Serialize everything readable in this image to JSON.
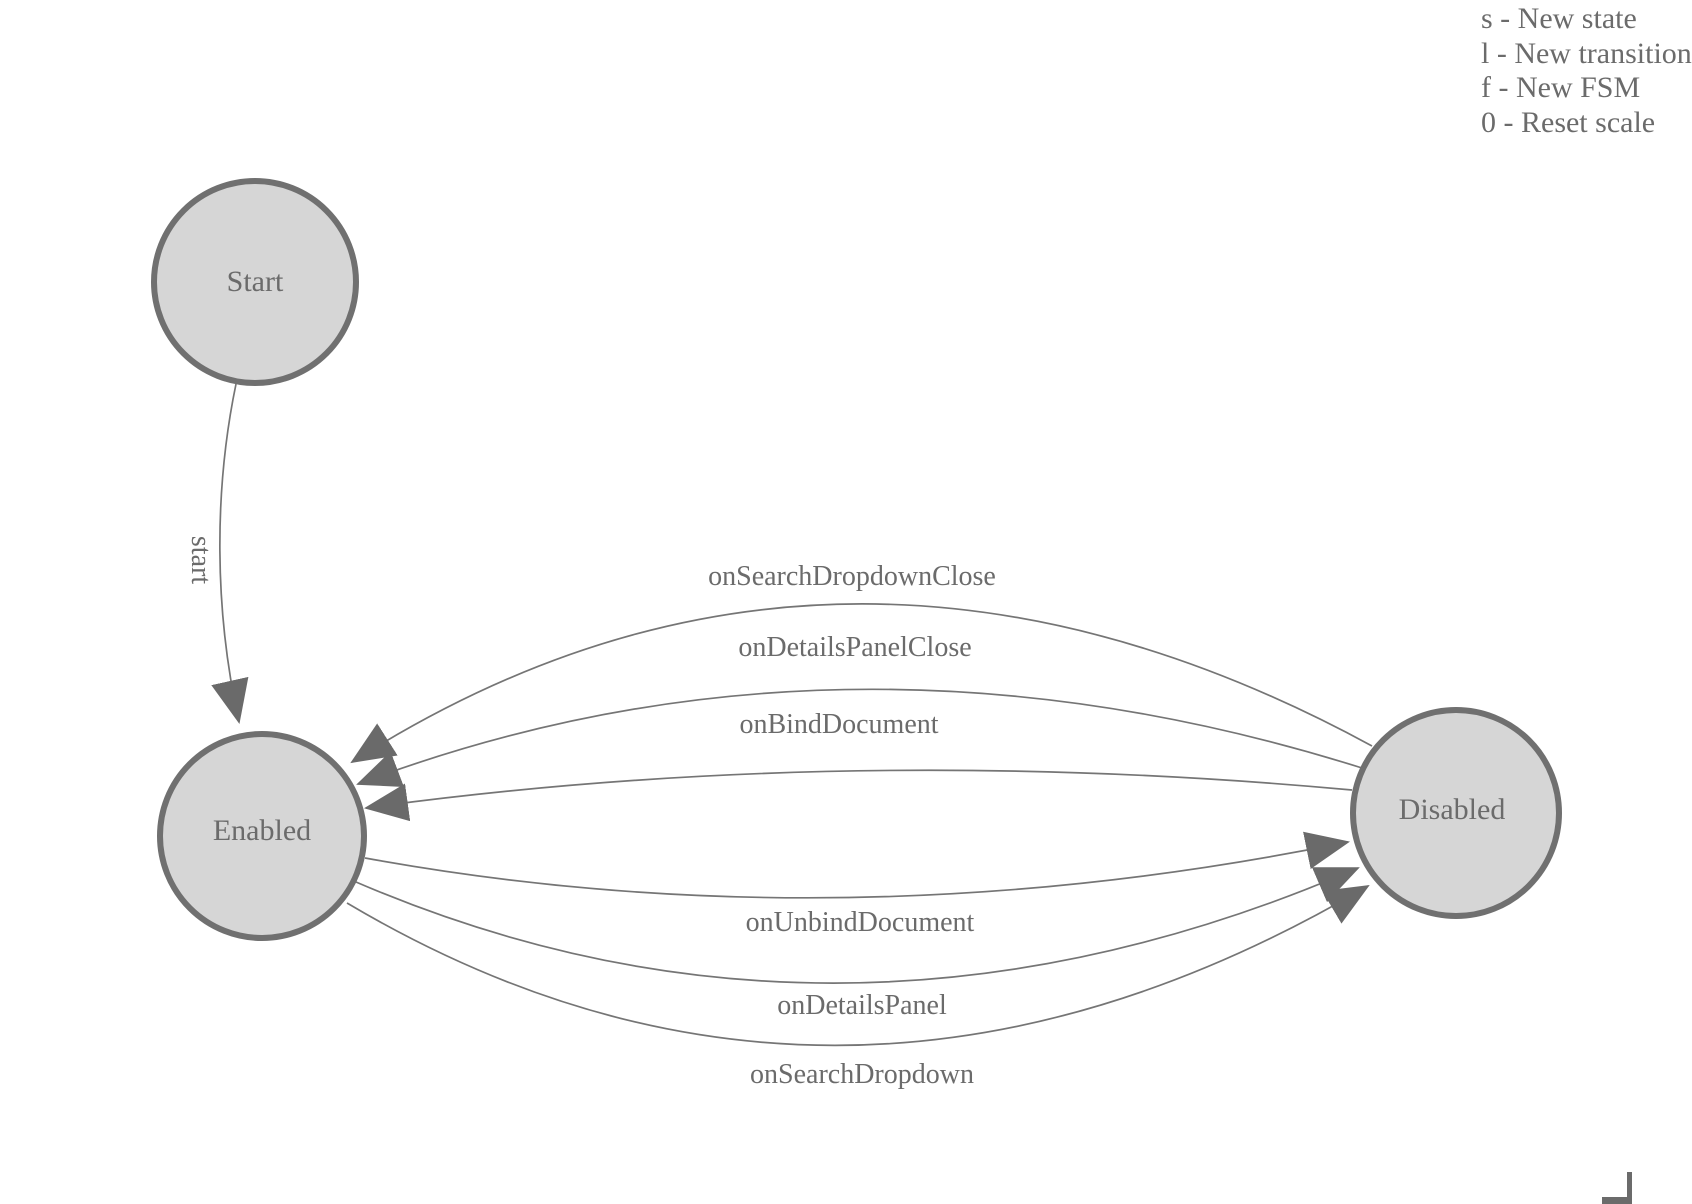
{
  "diagram": {
    "type": "finite-state-machine",
    "colors": {
      "background": "#ffffff",
      "node_fill": "#d6d6d6",
      "node_stroke": "#707070",
      "edge_stroke": "#757575",
      "arrow_fill": "#6a6a6a",
      "text": "#6b6b6b"
    }
  },
  "nodes": [
    {
      "id": "start",
      "label": "Start"
    },
    {
      "id": "enabled",
      "label": "Enabled"
    },
    {
      "id": "disabled",
      "label": "Disabled"
    }
  ],
  "edges": [
    {
      "from": "start",
      "to": "enabled",
      "label": "start"
    },
    {
      "from": "disabled",
      "to": "enabled",
      "label": "onSearchDropdownClose"
    },
    {
      "from": "disabled",
      "to": "enabled",
      "label": "onDetailsPanelClose"
    },
    {
      "from": "disabled",
      "to": "enabled",
      "label": "onBindDocument"
    },
    {
      "from": "enabled",
      "to": "disabled",
      "label": "onUnbindDocument"
    },
    {
      "from": "enabled",
      "to": "disabled",
      "label": "onDetailsPanel"
    },
    {
      "from": "enabled",
      "to": "disabled",
      "label": "onSearchDropdown"
    }
  ],
  "legend": {
    "lines": [
      "s - New state",
      "l - New transition",
      "f - New FSM",
      "0 - Reset scale"
    ]
  }
}
